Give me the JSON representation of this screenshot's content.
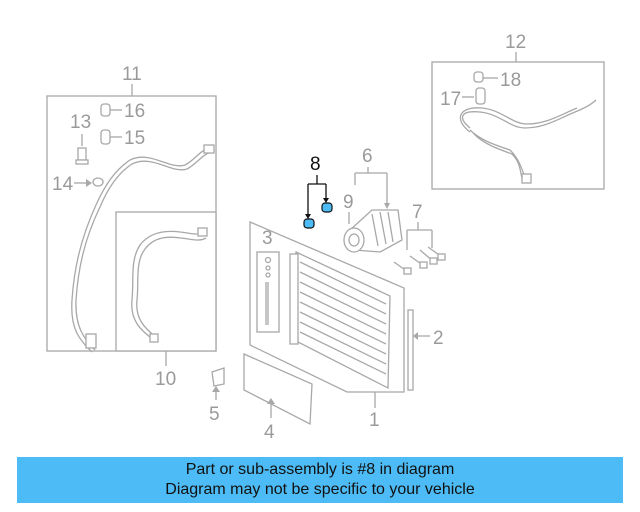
{
  "diagram": {
    "callouts": {
      "c1": "1",
      "c2": "2",
      "c3": "3",
      "c4": "4",
      "c5": "5",
      "c6": "6",
      "c7": "7",
      "c8": "8",
      "c9": "9",
      "c10": "10",
      "c11": "11",
      "c12": "12",
      "c13": "13",
      "c14": "14",
      "c15": "15",
      "c16": "16",
      "c17": "17",
      "c18": "18"
    },
    "highlighted_part": "8",
    "colors": {
      "highlight": "#4dbbf5",
      "line": "#a8a8a8",
      "callout": "#9a9a9a"
    }
  },
  "banner": {
    "line1": "Part or sub-assembly is #8 in diagram",
    "line2": "Diagram may not be specific to your vehicle"
  }
}
